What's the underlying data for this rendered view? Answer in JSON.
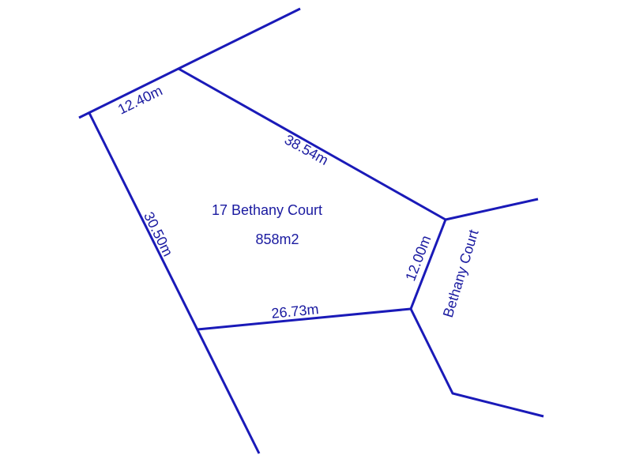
{
  "property": {
    "address": "17 Bethany Court",
    "area": "858m2"
  },
  "street": {
    "name": "Bethany Court"
  },
  "dimensions": {
    "north": "12.40m",
    "northeast": "38.54m",
    "east": "12.00m",
    "south": "26.73m",
    "west": "30.50m"
  },
  "colors": {
    "line": "#1a1ab8",
    "text": "#1a1aa0",
    "background": "#ffffff"
  }
}
